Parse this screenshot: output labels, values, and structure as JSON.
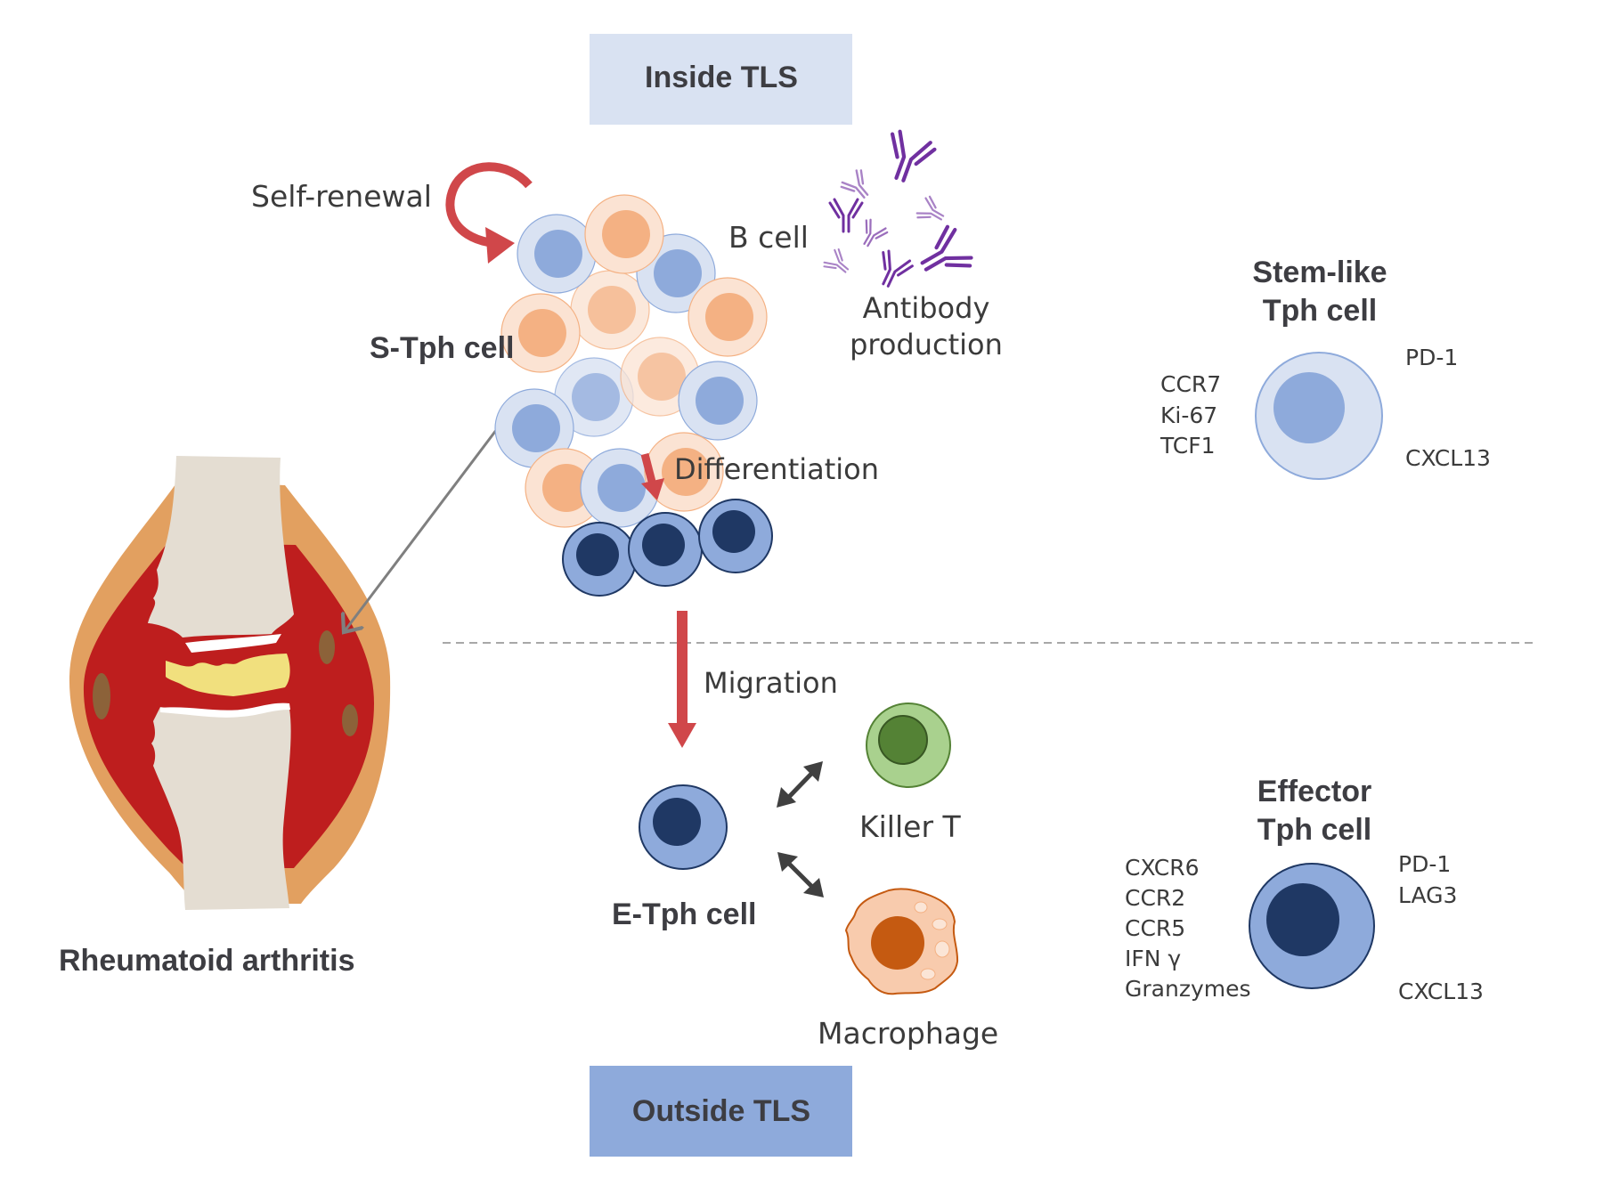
{
  "regions": {
    "inside": {
      "label": "Inside TLS",
      "color": "#d9e2f2"
    },
    "outside": {
      "label": "Outside TLS",
      "color": "#8eaadb"
    }
  },
  "labels": {
    "self_renewal": "Self-renewal",
    "b_cell": "B cell",
    "antibody_line1": "Antibody",
    "antibody_line2": "production",
    "s_tph": "S-Tph cell",
    "differentiation": "Differentiation",
    "migration": "Migration",
    "killer_t": "Killer T",
    "e_tph": "E-Tph cell",
    "macrophage": "Macrophage",
    "disease": "Rheumatoid arthritis"
  },
  "stem_like": {
    "title_line1": "Stem-like",
    "title_line2": "Tph cell",
    "left_markers": [
      "CCR7",
      "Ki-67",
      "TCF1"
    ],
    "right_top_markers": [
      "PD-1"
    ],
    "right_bottom_markers": [
      "CXCL13"
    ]
  },
  "effector": {
    "title_line1": "Effector",
    "title_line2": "Tph cell",
    "left_markers": [
      "CXCR6",
      "CCR2",
      "CCR5",
      "IFN γ",
      "Granzymes"
    ],
    "right_top_markers": [
      "PD-1",
      "LAG3"
    ],
    "right_bottom_markers": [
      "CXCL13"
    ]
  },
  "colors": {
    "red_arrow": "#d0474a",
    "grey_arrow": "#7f7f7f",
    "dark_arrow": "#404040",
    "stph_fill": "#d9e2f2",
    "stph_nucleus": "#8eaadb",
    "bcell_fill": "#fbe3d3",
    "bcell_nucleus": "#f4b183",
    "etph_fill": "#8eaadb",
    "etph_nucleus": "#1f3864",
    "killer_fill": "#a9d18e",
    "killer_nucleus": "#548235",
    "macro_fill": "#f8cbad",
    "macro_nucleus": "#c55a11",
    "antibody": "#7030a0",
    "joint_capsule": "#e2a060",
    "synovium": "#be1e1e",
    "bone": "#e4ddd2",
    "cartilage": "#f1e07e",
    "nodule": "#8c6239"
  }
}
